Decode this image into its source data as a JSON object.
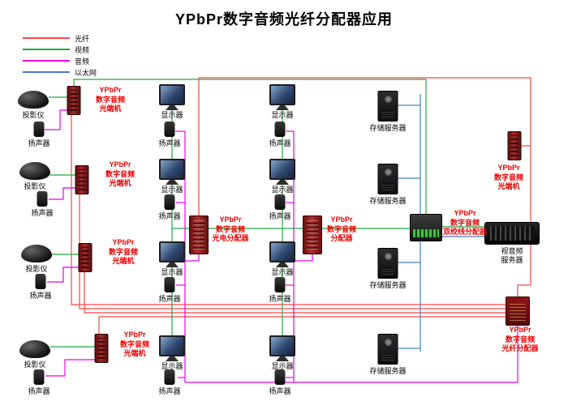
{
  "title": "YPbPr数字音频光纤分配器应用",
  "legend": [
    {
      "label": "光纤",
      "color": "#ff4444"
    },
    {
      "label": "视频",
      "color": "#22a845"
    },
    {
      "label": "音频",
      "color": "#e800e8"
    },
    {
      "label": "以太网",
      "color": "#4a7cc7"
    }
  ],
  "device_labels": {
    "projector": "投影仪",
    "speaker": "扬声器",
    "monitor": "显示器",
    "storage_server": "存储服务器",
    "av_server": "视音频\n服务器",
    "optical_transceiver": "YPbPr\n数字音频\n光端机",
    "optoelectric_splitter": "YPbPr\n数字音频\n光电分配器",
    "splitter": "YPbPr\n数字音频\n分配器",
    "twisted_pair_splitter": "YPbPr\n数字音频\n双绞线分配器",
    "fiber_splitter": "YPbPr\n数字音频\n光纤分配器"
  }
}
